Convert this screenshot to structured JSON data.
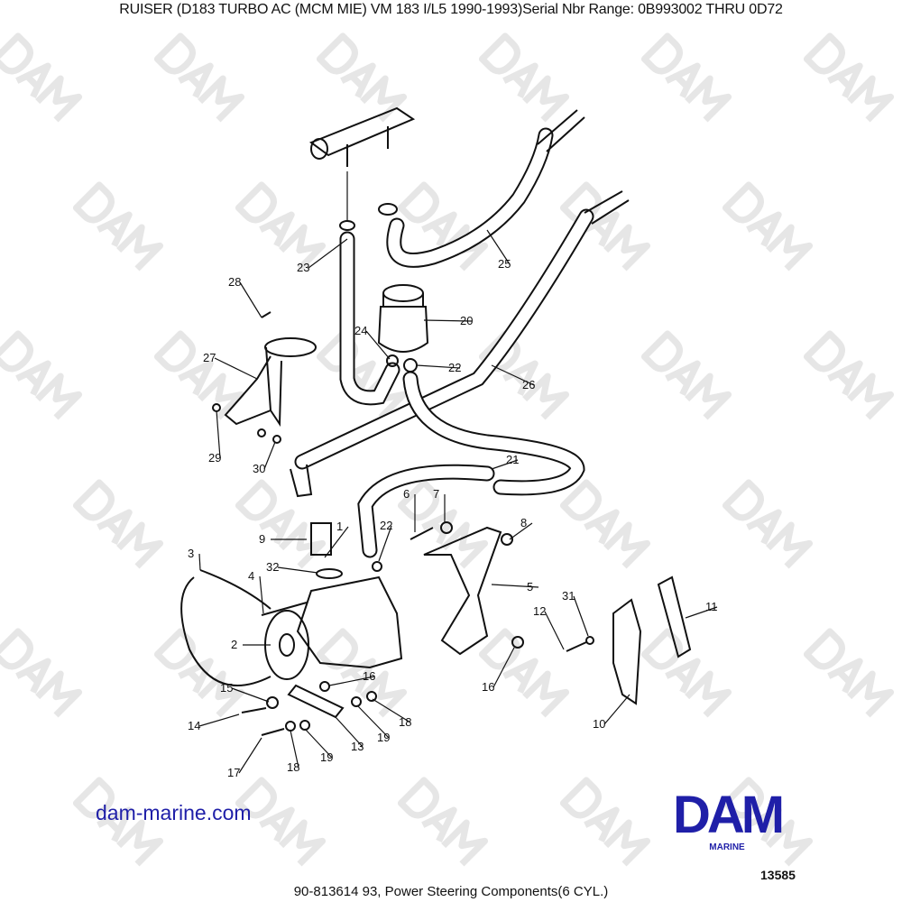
{
  "header": {
    "title": "RUISER (D183 TURBO AC (MCM  MIE) VM 183 I/L5   1990-1993)Serial Nbr Range: 0B993002 THRU 0D72"
  },
  "footer": {
    "website": "dam-marine.com",
    "logo_text": "DAM",
    "logo_subtext": "MARINE",
    "reference_number": "13585",
    "caption": "90-813614 93, Power Steering Components(6 CYL.)"
  },
  "watermark": {
    "text": "DAM",
    "color": "#e6e6e6"
  },
  "colors": {
    "brand": "#1f1fa8",
    "line": "#111111"
  },
  "callouts": [
    {
      "n": "23",
      "part": "hose"
    },
    {
      "n": "25",
      "part": "hose"
    },
    {
      "n": "28",
      "part": "screw"
    },
    {
      "n": "20",
      "part": "reservoir"
    },
    {
      "n": "24",
      "part": "clamp"
    },
    {
      "n": "22",
      "part": "clamp"
    },
    {
      "n": "27",
      "part": "bracket"
    },
    {
      "n": "26",
      "part": "hose"
    },
    {
      "n": "29",
      "part": "washer"
    },
    {
      "n": "30",
      "part": "nut"
    },
    {
      "n": "21",
      "part": "hose"
    },
    {
      "n": "6",
      "part": "bolt"
    },
    {
      "n": "7",
      "part": "washer"
    },
    {
      "n": "8",
      "part": "nut"
    },
    {
      "n": "9",
      "part": "fitting"
    },
    {
      "n": "1",
      "part": "pump"
    },
    {
      "n": "22",
      "part": "clamp"
    },
    {
      "n": "32",
      "part": "o-ring"
    },
    {
      "n": "3",
      "part": "belt"
    },
    {
      "n": "4",
      "part": "bolt"
    },
    {
      "n": "5",
      "part": "bracket"
    },
    {
      "n": "31",
      "part": "washer"
    },
    {
      "n": "12",
      "part": "bolt"
    },
    {
      "n": "11",
      "part": "brace"
    },
    {
      "n": "2",
      "part": "pulley"
    },
    {
      "n": "16",
      "part": "nut"
    },
    {
      "n": "16",
      "part": "nut"
    },
    {
      "n": "15",
      "part": "spacer"
    },
    {
      "n": "14",
      "part": "bolt"
    },
    {
      "n": "13",
      "part": "plate"
    },
    {
      "n": "19",
      "part": "washer"
    },
    {
      "n": "18",
      "part": "washer"
    },
    {
      "n": "19",
      "part": "washer"
    },
    {
      "n": "18",
      "part": "washer"
    },
    {
      "n": "17",
      "part": "bolt"
    },
    {
      "n": "10",
      "part": "bracket"
    }
  ]
}
